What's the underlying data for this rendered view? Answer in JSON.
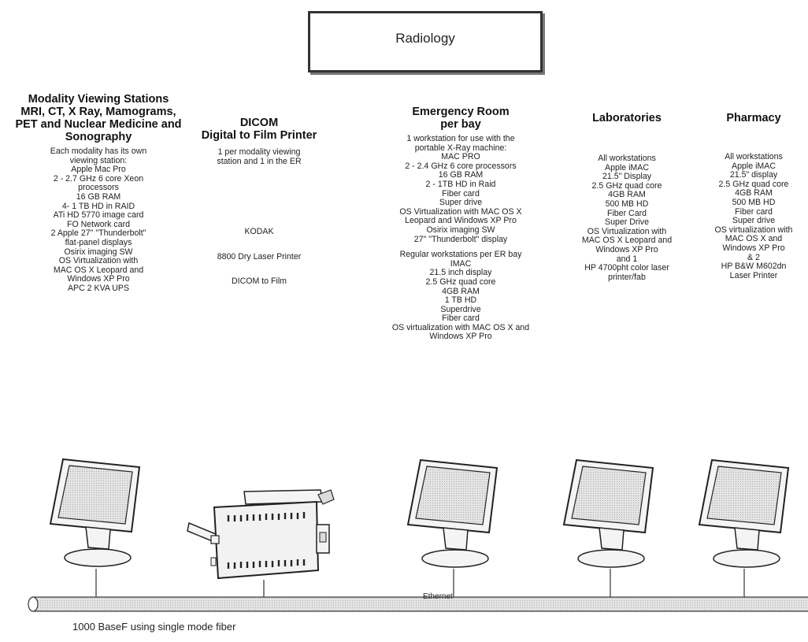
{
  "title": "Radiology",
  "columns": [
    {
      "id": "modality",
      "title_lines": [
        "Modality Viewing Stations",
        "MRI, CT, X Ray, Mamograms,",
        "PET and Nuclear Medicine and",
        "Sonography"
      ],
      "groups": [
        [
          "Each modality has its own",
          "viewing station:",
          "Apple Mac Pro",
          "2 - 2.7 GHz 6 core Xeon",
          "processors",
          "16 GB RAM",
          "4- 1 TB HD in RAID",
          "ATi HD 5770 image card",
          "FO Network card",
          "2 Apple 27\" \"Thunderbolt\"",
          "flat-panel displays",
          "Osirix imaging SW",
          "OS Virtualization with",
          "MAC OS X Leopard and",
          "Windows XP Pro",
          "APC 2 KVA UPS"
        ]
      ]
    },
    {
      "id": "dicom",
      "title_lines": [
        "DICOM",
        "Digital to Film Printer"
      ],
      "groups": [
        [
          "1 per modality viewing",
          "station and 1 in the ER"
        ],
        [
          "KODAK"
        ],
        [
          "8800 Dry Laser Printer"
        ],
        [
          "DICOM to Film"
        ]
      ]
    },
    {
      "id": "er",
      "title_lines": [
        "Emergency Room",
        "per bay"
      ],
      "groups": [
        [
          "1 workstation for use with the",
          "portable X-Ray machine:",
          "MAC PRO",
          "2 - 2.4 GHz 6 core processors",
          "16 GB RAM",
          "2 - 1TB HD in Raid",
          "Fiber card",
          "Super drive",
          "OS Virtualization with MAC OS X",
          "Leopard and Windows XP Pro",
          "Osirix imaging SW",
          "27\" \"Thunderbolt\" display"
        ],
        [
          "Regular workstations per ER bay",
          "IMAC",
          "21.5 inch display",
          "2.5 GHz quad core",
          "4GB RAM",
          "1 TB HD",
          "Superdrive",
          "Fiber card",
          "OS virtualization with MAC OS X and",
          "Windows XP Pro"
        ]
      ]
    },
    {
      "id": "labs",
      "title_lines": [
        "Laboratories"
      ],
      "groups": [
        [
          "All workstations",
          "Apple iMAC",
          "21.5\" Display",
          "2.5 GHz quad core",
          "4GB RAM",
          "500 MB HD",
          "Fiber Card",
          "Super Drive",
          "OS Virtualization with",
          "MAC OS X Leopard and",
          "Windows XP Pro",
          "and 1",
          "HP 4700pht color laser",
          "printer/fab"
        ]
      ]
    },
    {
      "id": "pharmacy",
      "title_lines": [
        "Pharmacy"
      ],
      "groups": [
        [
          "All workstations",
          "Apple iMAC",
          "21.5\" display",
          "2.5 GHz quad core",
          "4GB RAM",
          "500 MB HD",
          "Fiber card",
          "Super drive",
          "OS virtualization with",
          "MAC OS X and",
          "Windows XP Pro",
          "& 2",
          "HP B&W M602dn",
          "Laser Printer"
        ]
      ]
    }
  ],
  "devices": [
    {
      "id": "modality-monitor",
      "icon": "monitor-icon"
    },
    {
      "id": "film-printer",
      "icon": "printer-icon"
    },
    {
      "id": "er-monitor",
      "icon": "monitor-icon"
    },
    {
      "id": "lab-monitor",
      "icon": "monitor-icon"
    },
    {
      "id": "pharmacy-monitor",
      "icon": "monitor-icon"
    }
  ],
  "network": {
    "cable_label": "Ethernet",
    "note": "1000 BaseF using single mode fiber"
  },
  "colors": {
    "cable_fill": "#cfcfcf",
    "line": "#333333",
    "screen_fill": "#efefef"
  }
}
